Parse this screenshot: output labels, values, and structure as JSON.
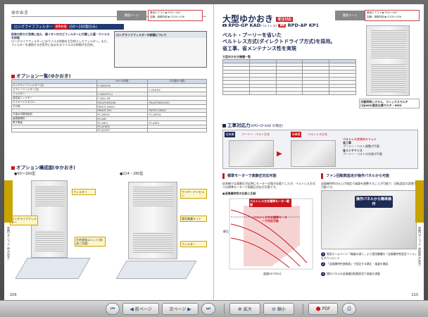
{
  "left_page": {
    "running_title": "ゆかおき",
    "tag_label": "関連ページ",
    "ref_lines": [
      "業用エアコン ▶ P.01〜161",
      "店舗・事務所用 ▶ P.205〜206"
    ],
    "filter_bar_title": "ロングライフフィルター",
    "filter_badge": "標準装備",
    "filter_bar_sub": "(50〜160型のみ)",
    "filter_heading": "従来の防カビ効果に加え、銀イオンのカビフィルターに付着した菌・ウイルスを抑制",
    "filter_body": "ロングライフフィルターにはウイルス抑制を主目的としたフィルター。また、フィルターを通過する空気中に含まれるウイルスの抑制が主目的。",
    "filter_note_title": "ロングライフフィルターの試験について",
    "option_section": "オプション一覧(ゆかおき)",
    "table_header": [
      "",
      "50〜160型",
      "224型(9.0型)"
    ],
    "table_rows": [
      [
        "ロングライフフィルター(注)",
        "F-180LPVS",
        ""
      ],
      [
        "スプレーフィルター(注)",
        "",
        "F-204LPV"
      ],
      [
        "フィルター",
        "F-180LPYT-4",
        ""
      ],
      [
        "高性能フィルター",
        "F-180L-SR",
        ""
      ],
      [
        "ワイヤードリモコン",
        "PW-AP160DGN",
        "PW-AP280DGSV1"
      ],
      [
        "その他",
        "PW50T-20NV1",
        ""
      ],
      [
        "",
        "PW40T-25V",
        "PW75T-20NV1"
      ],
      [
        "冷温水切替用部品",
        "PC-ARF5A",
        "PC-ARF5A"
      ],
      [
        "高感度電化",
        "PC-ARC",
        ""
      ],
      [
        "電子基板",
        "PC-ARF4",
        "PC-ARF4"
      ],
      [
        "",
        "PC-ALHD2",
        ""
      ],
      [
        "",
        "PC-ALH33",
        ""
      ]
    ],
    "config_section": "オプション構成図(ゆかおき)",
    "size_label_a": "●50〜160型",
    "size_label_b": "●224・280型",
    "callouts": [
      "ロングライフフィルター",
      "フィルター",
      "冷房増強ユニット(別途ご用意)",
      "ワイヤードリモコン",
      "電気集塵キット",
      "フィルター"
    ],
    "side_label": "室内ユニット ゆかおき",
    "page_number": "209"
  },
  "right_page": {
    "running_title": "大型ゆかおき",
    "title_badge": "受注対応",
    "tag_label": "関連ページ",
    "ref_lines": [
      "業用エアコン ▶ P.01〜161",
      "店舗・事務所用 ▶ P.205〜206"
    ],
    "model_a": "RPD-GP KAD",
    "model_a_sub": "(ベルトレス)",
    "model_b": "RPD-AP KP1",
    "model_b_pill": "標準",
    "catch_lines": [
      "ベルト・プーリーを省いた",
      "ベルトレス方式(ダイレクトドライブ方式)を採用。",
      "省工事、省メンテナンス性を実現"
    ],
    "unit_caption": "冷暖同時システム、フレックスマルチ(2pass)適合仕様マルチ・mini",
    "list_title": "大型ゆかおき機種一覧",
    "works_section": "工事対応力",
    "works_sub": "(RPD-GP KAD の場合)",
    "before_tag": "従来機",
    "before_label": "プーリー・ベルト方式",
    "after_tag": "新機種",
    "after_label": "ベルトレス方式",
    "merit_title": "ベルトレス方式のメリット",
    "merits": [
      "省工事",
      "プーリー・ベルト調整が不要",
      "省メンテナンス",
      "プーリー・ベルトの交換が不要"
    ],
    "motor_section": "標準モーターで高静圧対応可能",
    "motor_body": "従来機では高静圧対応時にモーター交換が必要でしたが、ベルトレス方式では標準モーターで高静圧対応が可能です。",
    "motor_chart_title": "●送風機特性の比較と比較",
    "chart_annotation": "ベルトレス方式標準モーター範囲",
    "chart_inner_note": "ベルトレス方式標準モーターで対応可能",
    "chart_ylabel": "静圧",
    "chart_xlabel": "風量(m³/min)",
    "fan_section": "ファン回転数設定が操作パネルから可能",
    "fan_body": "送風機特性の仕上げ指定で風量を調整することが可能で、回転設定の変更が可能です。",
    "panel_callout": "操作パネルから簡単操作",
    "steps": [
      "専用ホームページ「機器の達人」より適用機種の「送風機特性設定ツール」をダウンロード",
      "「送風機特性曲線表」で設定する静圧・風量を確認",
      "操作パネルの送風機回転数設定で風量を調整"
    ],
    "side_label": "室内ユニット 大型ゆかおき",
    "page_number": "210"
  },
  "toolbar": {
    "first": "前ページ",
    "next": "次ページ",
    "zoom_in": "拡大",
    "zoom_out": "縮小",
    "pdf": "PDF"
  }
}
